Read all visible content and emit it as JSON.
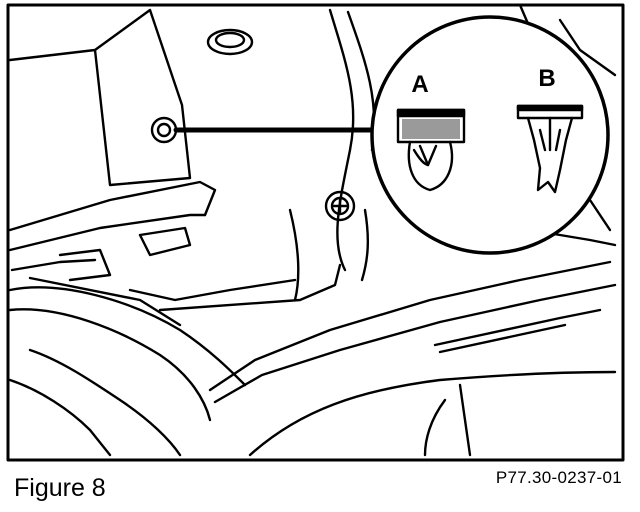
{
  "figure": {
    "caption": "Figure 8",
    "part_number": "P77.30-0237-01",
    "callouts": {
      "a": "A",
      "b": "B"
    }
  }
}
